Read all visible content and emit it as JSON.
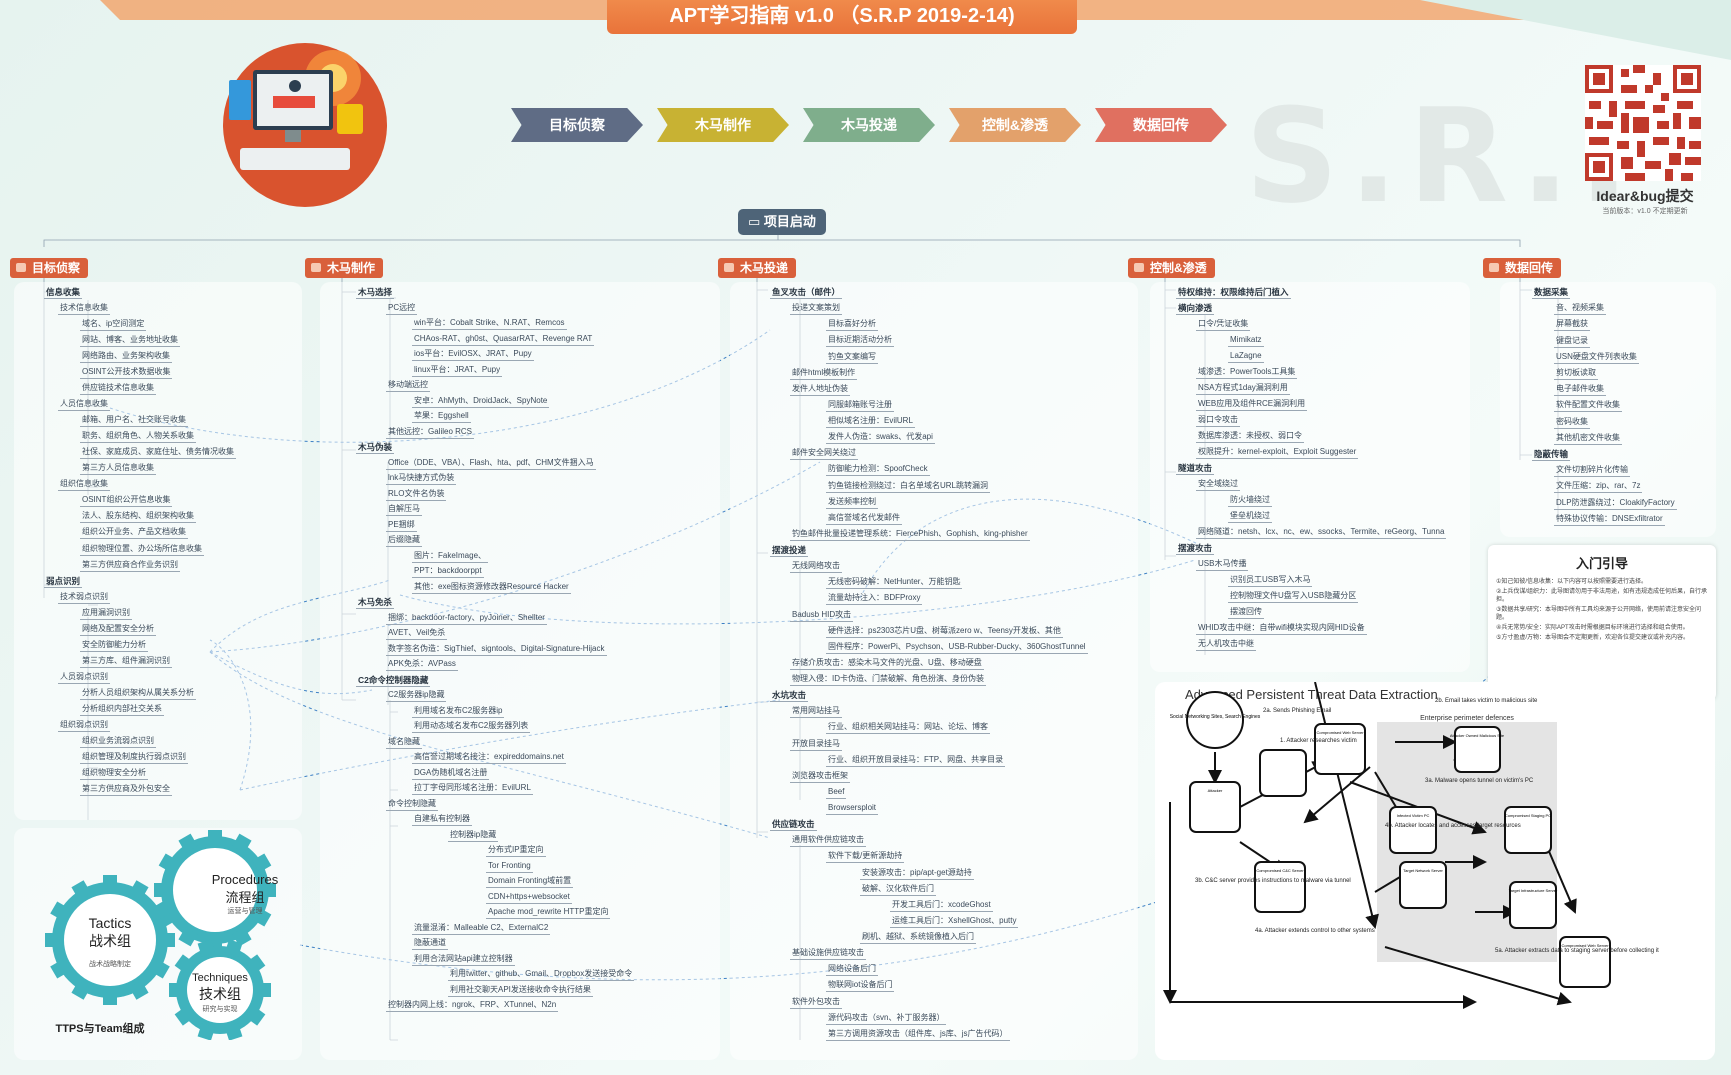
{
  "title": "APT学习指南 v1.0 （S.R.P 2019-2-14)",
  "watermark": "S.R.P",
  "phases": [
    "目标侦察",
    "木马制作",
    "木马投递",
    "控制&渗透",
    "数据回传"
  ],
  "phase_colors": [
    "#5f6c85",
    "#c8b233",
    "#7fae8c",
    "#e3a16b",
    "#e07060"
  ],
  "qr_caption": "Idear&bug提交",
  "qr_sub": "当前版本：v1.0 不定期更新",
  "root": "项目启动",
  "branches": {
    "recon": {
      "label": "目标侦察",
      "items": [
        {
          "text": "信息收集",
          "level": 2
        },
        {
          "text": "技术信息收集",
          "level": 3
        },
        {
          "text": "域名、ip空间测定",
          "level": 4
        },
        {
          "text": "网站、博客、业务地址收集",
          "level": 4
        },
        {
          "text": "网络路由、业务架构收集",
          "level": 4
        },
        {
          "text": "OSINT公开技术数据收集",
          "level": 4
        },
        {
          "text": "供应链技术信息收集",
          "level": 4
        },
        {
          "text": "人员信息收集",
          "level": 3
        },
        {
          "text": "邮箱、用户名、社交账号收集",
          "level": 4
        },
        {
          "text": "职务、组织角色、人物关系收集",
          "level": 4
        },
        {
          "text": "社保、家庭成员、家庭住址、债务情况收集",
          "level": 4
        },
        {
          "text": "第三方人员信息收集",
          "level": 4
        },
        {
          "text": "组织信息收集",
          "level": 3
        },
        {
          "text": "OSINT组织公开信息收集",
          "level": 4
        },
        {
          "text": "法人、股东结构、组织架构收集",
          "level": 4
        },
        {
          "text": "组织公开业务、产品文档收集",
          "level": 4
        },
        {
          "text": "组织物理位置、办公场所信息收集",
          "level": 4
        },
        {
          "text": "第三方供应商合作业务识别",
          "level": 4
        },
        {
          "text": "弱点识别",
          "level": 2
        },
        {
          "text": "技术弱点识别",
          "level": 3
        },
        {
          "text": "应用漏洞识别",
          "level": 4
        },
        {
          "text": "网络及配置安全分析",
          "level": 4
        },
        {
          "text": "安全防御能力分析",
          "level": 4
        },
        {
          "text": "第三方库、组件漏洞识别",
          "level": 4
        },
        {
          "text": "人员弱点识别",
          "level": 3
        },
        {
          "text": "分析人员组织架构从属关系分析",
          "level": 4
        },
        {
          "text": "分析组织内部社交关系",
          "level": 4
        },
        {
          "text": "组织弱点识别",
          "level": 3
        },
        {
          "text": "组织业务流弱点识别",
          "level": 4
        },
        {
          "text": "组织管理及制度执行弱点识别",
          "level": 4
        },
        {
          "text": "组织物理安全分析",
          "level": 4
        },
        {
          "text": "第三方供应商及外包安全",
          "level": 4
        }
      ]
    },
    "trojan": {
      "label": "木马制作",
      "items": [
        {
          "text": "木马选择",
          "level": 2
        },
        {
          "text": "PC远控",
          "level": 3
        },
        {
          "text": "win平台：Cobalt Strike、N.RAT、Remcos",
          "level": 4
        },
        {
          "text": "CHAos-RAT、gh0st、QuasarRAT、Revenge RAT",
          "level": 4
        },
        {
          "text": "ios平台：EvilOSX、JRAT、Pupy",
          "level": 4
        },
        {
          "text": "linux平台：JRAT、Pupy",
          "level": 4
        },
        {
          "text": "移动端远控",
          "level": 3
        },
        {
          "text": "安卓：AhMyth、DroidJack、SpyNote",
          "level": 4
        },
        {
          "text": "苹果：Eggshell",
          "level": 4
        },
        {
          "text": "其他远控：Galileo RCS",
          "level": 3
        },
        {
          "text": "木马伪装",
          "level": 2
        },
        {
          "text": "Office（DDE、VBA）、Flash、hta、pdf、CHM文件捆入马",
          "level": 3
        },
        {
          "text": "lnk马快捷方式伪装",
          "level": 3
        },
        {
          "text": "RLO文件名伪装",
          "level": 3
        },
        {
          "text": "自解压马",
          "level": 3
        },
        {
          "text": "PE捆绑",
          "level": 3
        },
        {
          "text": "后缀隐藏",
          "level": 3
        },
        {
          "text": "图片：FakeImage、",
          "level": 4
        },
        {
          "text": "PPT：backdoorppt",
          "level": 4
        },
        {
          "text": "其他：exe图标资源修改器Resource Hacker",
          "level": 4
        },
        {
          "text": "木马免杀",
          "level": 2
        },
        {
          "text": "捆绑：backdoor-factory、pyJoiner、Shellter",
          "level": 3
        },
        {
          "text": "AVET、Veil免杀",
          "level": 3
        },
        {
          "text": "数字签名伪造：SigThief、signtools、Digital-Signature-Hijack",
          "level": 3
        },
        {
          "text": "APK免杀：AVPass",
          "level": 3
        },
        {
          "text": "C2命令控制器隐藏",
          "level": 2
        },
        {
          "text": "C2服务器ip隐藏",
          "level": 3
        },
        {
          "text": "利用域名发布C2服务器ip",
          "level": 4
        },
        {
          "text": "利用动态域名发布C2服务器列表",
          "level": 4
        },
        {
          "text": "域名隐藏",
          "level": 3
        },
        {
          "text": "高信誉过期域名接注：expireddomains.net",
          "level": 4
        },
        {
          "text": "DGA伪随机域名注册",
          "level": 4
        },
        {
          "text": "拉丁字母同形域名注册：EvilURL",
          "level": 4
        },
        {
          "text": "命令控制隐藏",
          "level": 3
        },
        {
          "text": "自建私有控制器",
          "level": 4
        },
        {
          "text": "控制器ip隐藏",
          "level": 5
        },
        {
          "text": "分布式IP重定向",
          "level": 6
        },
        {
          "text": "Tor Fronting",
          "level": 6
        },
        {
          "text": "Domain Fronting域前置",
          "level": 6
        },
        {
          "text": "CDN+https+websocket",
          "level": 6
        },
        {
          "text": "Apache mod_rewrite HTTP重定向",
          "level": 6
        },
        {
          "text": "流量混淆：Malleable C2、ExternalC2",
          "level": 4
        },
        {
          "text": "隐蔽通道",
          "level": 4
        },
        {
          "text": "利用合法网站api建立控制器",
          "level": 4
        },
        {
          "text": "利用twitter、github、Gmail、Dropbox发送接受命令",
          "level": 5
        },
        {
          "text": "利用社交聊天API发送接收命令执行结果",
          "level": 5
        },
        {
          "text": "控制器内网上线：ngrok、FRP、XTunnel、N2n",
          "level": 3
        }
      ]
    },
    "delivery": {
      "label": "木马投递",
      "items": [
        {
          "text": "鱼叉攻击（邮件）",
          "level": 2
        },
        {
          "text": "投递文案策划",
          "level": 3
        },
        {
          "text": "目标喜好分析",
          "level": 4
        },
        {
          "text": "目标近期活动分析",
          "level": 4
        },
        {
          "text": "钓鱼文案编写",
          "level": 4
        },
        {
          "text": "邮件html模板制作",
          "level": 3
        },
        {
          "text": "发件人地址伪装",
          "level": 3
        },
        {
          "text": "同服邮箱账号注册",
          "level": 4
        },
        {
          "text": "相似域名注册：EvilURL",
          "level": 4
        },
        {
          "text": "发件人伪造：swaks、代发api",
          "level": 4
        },
        {
          "text": "邮件安全网关绕过",
          "level": 3
        },
        {
          "text": "防御能力检测：SpoofCheck",
          "level": 4
        },
        {
          "text": "钓鱼链接检测绕过：白名单域名URL跳转漏洞",
          "level": 4
        },
        {
          "text": "发送频率控制",
          "level": 4
        },
        {
          "text": "高信誉域名代发邮件",
          "level": 4
        },
        {
          "text": "钓鱼邮件批量投递管理系统：FiercePhish、Gophish、king-phisher",
          "level": 3
        },
        {
          "text": "摆渡投递",
          "level": 2
        },
        {
          "text": "无线网络攻击",
          "level": 3
        },
        {
          "text": "无线密码破解：NetHunter、万能钥匙",
          "level": 4
        },
        {
          "text": "流量劫持注入：BDFProxy",
          "level": 4
        },
        {
          "text": "Badusb HID攻击",
          "level": 3
        },
        {
          "text": "硬件选择：ps2303芯片U盘、树莓派zero w、Teensy开发板、其他",
          "level": 4
        },
        {
          "text": "固件程序：PowerPi、Psychson、USB-Rubber-Ducky、360GhostTunnel",
          "level": 4
        },
        {
          "text": "存储介质攻击：感染木马文件的光盘、U盘、移动硬盘",
          "level": 3
        },
        {
          "text": "物理入侵：ID卡伪造、门禁破解、角色扮演、身份伪装",
          "level": 3
        },
        {
          "text": "水坑攻击",
          "level": 2
        },
        {
          "text": "常用网站挂马",
          "level": 3
        },
        {
          "text": "行业、组织相关网站挂马：网站、论坛、博客",
          "level": 4
        },
        {
          "text": "开放目录挂马",
          "level": 3
        },
        {
          "text": "行业、组织开放目录挂马：FTP、网盘、共享目录",
          "level": 4
        },
        {
          "text": "浏览器攻击框架",
          "level": 3
        },
        {
          "text": "Beef",
          "level": 4
        },
        {
          "text": "Browsersploit",
          "level": 4
        },
        {
          "text": "供应链攻击",
          "level": 2
        },
        {
          "text": "通用软件供应链攻击",
          "level": 3
        },
        {
          "text": "软件下载/更新源劫持",
          "level": 4
        },
        {
          "text": "安装源攻击：pip/apt-get源劫持",
          "level": 5
        },
        {
          "text": "破解、汉化软件后门",
          "level": 5
        },
        {
          "text": "开发工具后门：xcodeGhost",
          "level": 6
        },
        {
          "text": "运维工具后门：XshellGhost、putty",
          "level": 6
        },
        {
          "text": "刷机、越狱、系统镜像植入后门",
          "level": 5
        },
        {
          "text": "基础设施供应链攻击",
          "level": 3
        },
        {
          "text": "网络设备后门",
          "level": 4
        },
        {
          "text": "物联网iot设备后门",
          "level": 4
        },
        {
          "text": "软件外包攻击",
          "level": 3
        },
        {
          "text": "源代码攻击（svn、补丁服务器）",
          "level": 4
        },
        {
          "text": "第三方调用资源攻击（组件库、js库、js广告代码）",
          "level": 4
        }
      ]
    },
    "control": {
      "label": "控制&渗透",
      "items": [
        {
          "text": "特权维持：权限维持后门植入",
          "level": 2
        },
        {
          "text": "横向渗透",
          "level": 2
        },
        {
          "text": "口令/凭证收集",
          "level": 3
        },
        {
          "text": "Mimikatz",
          "level": 4
        },
        {
          "text": "LaZagne",
          "level": 4
        },
        {
          "text": "域渗透：PowerTools工具集",
          "level": 3
        },
        {
          "text": "NSA方程式1day漏洞利用",
          "level": 3
        },
        {
          "text": "WEB应用及组件RCE漏洞利用",
          "level": 3
        },
        {
          "text": "弱口令攻击",
          "level": 3
        },
        {
          "text": "数据库渗透：未授权、弱口令",
          "level": 3
        },
        {
          "text": "权限提升：kernel-exploit、Exploit Suggester",
          "level": 3
        },
        {
          "text": "隧道攻击",
          "level": 2
        },
        {
          "text": "安全域绕过",
          "level": 3
        },
        {
          "text": "防火墙绕过",
          "level": 4
        },
        {
          "text": "堡垒机绕过",
          "level": 4
        },
        {
          "text": "网络隧道：netsh、lcx、nc、ew、ssocks、Termite、reGeorg、Tunna",
          "level": 3
        },
        {
          "text": "摆渡攻击",
          "level": 2
        },
        {
          "text": "USB木马传播",
          "level": 3
        },
        {
          "text": "识别员工USB写入木马",
          "level": 4
        },
        {
          "text": "控制物理文件U盘写入USB隐藏分区",
          "level": 4
        },
        {
          "text": "摆渡回传",
          "level": 4
        },
        {
          "text": "WHID攻击中继：自带wifi模块实现内网HID设备",
          "level": 3
        },
        {
          "text": "无人机攻击中继",
          "level": 3
        }
      ]
    },
    "exfil": {
      "label": "数据回传",
      "items": [
        {
          "text": "数据采集",
          "level": 2
        },
        {
          "text": "音、视频采集",
          "level": 3
        },
        {
          "text": "屏幕截获",
          "level": 3
        },
        {
          "text": "键盘记录",
          "level": 3
        },
        {
          "text": "USN硬盘文件列表收集",
          "level": 3
        },
        {
          "text": "剪切板读取",
          "level": 3
        },
        {
          "text": "电子邮件收集",
          "level": 3
        },
        {
          "text": "软件配置文件收集",
          "level": 3
        },
        {
          "text": "密码收集",
          "level": 3
        },
        {
          "text": "其他机密文件收集",
          "level": 3
        },
        {
          "text": "隐蔽传输",
          "level": 2
        },
        {
          "text": "文件切割碎片化传输",
          "level": 3
        },
        {
          "text": "文件压缩：zip、rar、7z",
          "level": 3
        },
        {
          "text": "DLP防泄露绕过：CloakifyFactory",
          "level": 3
        },
        {
          "text": "特殊协议传输：DNSExfiltrator",
          "level": 3
        }
      ]
    }
  },
  "guide": {
    "title": "入门引导",
    "lines": [
      "①知己知彼/信息收集：以下内容可以按照需要进行选择。",
      "②上兵伐谋/组织力：此导图请勿用于非法用途，如有违规造成任何后果，自行承担。",
      "③数据共享/研究：本导图中所有工具均来源于公开网络，使用前请注意安全问题。",
      "④兵无常势/安全：实际APT攻击时需根据目标环境进行选择和组合使用。",
      "⑤方寸盈虚/万物：本导图会不定期更新，欢迎各位提交建议或补充内容。"
    ]
  },
  "apt_figure": {
    "title": "Advanced Persistent Threat Data Extraction",
    "perimeter": "Enterprise perimeter defences",
    "steps": [
      "2a. Sends Phishing Email",
      "2b. Email takes victim to malicious site",
      "3a. Malware opens tunnel on victim's PC",
      "1. Attacker researches victim",
      "3b. C&C server provides instructions to malware via tunnel",
      "4a. Attacker extends control to other systems",
      "4b. Attacker locates and accesses target resources",
      "5a. Attacker extracts data to staging server before collecting it"
    ],
    "nodes": [
      "Social Networking Sites, Search Engines",
      "Attacker",
      "Compromised Web Server",
      "Compromised C&C Server",
      "Infected Victim PC",
      "Attacker Owned Malicious Site",
      "Compromised Staging PC",
      "Target Network Server",
      "Target Infrastructure Server",
      "Compromised Web Server"
    ]
  },
  "ttps": {
    "procedures": "Procedures",
    "procedures_cn": "流程组",
    "procedures_sub": "运营与管理",
    "tactics": "Tactics",
    "tactics_cn": "战术组",
    "tactics_sub": "战术战略制定",
    "techniques": "Techniques",
    "techniques_cn": "技术组",
    "techniques_sub": "研究与实现",
    "caption": "TTPS与Team组成"
  }
}
